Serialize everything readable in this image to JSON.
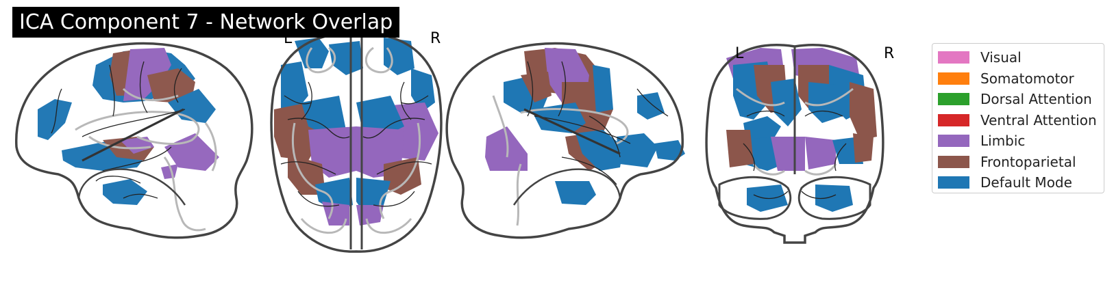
{
  "title": "ICA Component 7 - Network Overlap",
  "labels": {
    "axial_left": "L",
    "axial_right": "R",
    "coronal_left": "L",
    "coronal_right": "R"
  },
  "legend": [
    {
      "label": "Visual",
      "color": "#e377c2"
    },
    {
      "label": "Somatomotor",
      "color": "#ff7f0e"
    },
    {
      "label": "Dorsal Attention",
      "color": "#2ca02c"
    },
    {
      "label": "Ventral Attention",
      "color": "#d62728"
    },
    {
      "label": "Limbic",
      "color": "#9467bd"
    },
    {
      "label": "Frontoparietal",
      "color": "#8c564b"
    },
    {
      "label": "Default Mode",
      "color": "#1f77b4"
    }
  ],
  "colors": {
    "default_mode": "#1f77b4",
    "limbic": "#9467bd",
    "frontoparietal": "#8c564b",
    "outline": "#444444",
    "sulci": "#b8b8b8"
  }
}
